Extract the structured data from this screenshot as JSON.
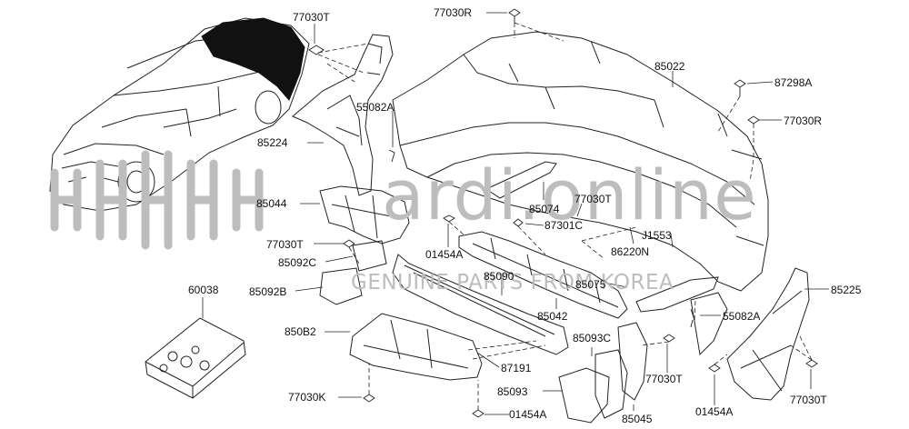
{
  "watermark": {
    "site": "ardi.online",
    "tagline": "GENUINE PARTS FROM KOREA",
    "color": "#bdbdbd"
  },
  "part_labels": [
    {
      "key": "77030T_top",
      "text": "77030T"
    },
    {
      "key": "77030R_top",
      "text": "77030R"
    },
    {
      "key": "85022",
      "text": "85022"
    },
    {
      "key": "87298A",
      "text": "87298A"
    },
    {
      "key": "77030R_right",
      "text": "77030R"
    },
    {
      "key": "55082A_left",
      "text": "55082A"
    },
    {
      "key": "85224",
      "text": "85224"
    },
    {
      "key": "85044",
      "text": "85044"
    },
    {
      "key": "85074",
      "text": "85074"
    },
    {
      "key": "77030T_mid",
      "text": "77030T"
    },
    {
      "key": "87301C",
      "text": "87301C"
    },
    {
      "key": "J1553",
      "text": "J1553"
    },
    {
      "key": "86220N",
      "text": "86220N"
    },
    {
      "key": "77030T_left",
      "text": "77030T"
    },
    {
      "key": "01454A_mid",
      "text": "01454A"
    },
    {
      "key": "85092C",
      "text": "85092C"
    },
    {
      "key": "85090",
      "text": "85090"
    },
    {
      "key": "60038",
      "text": "60038"
    },
    {
      "key": "85092B",
      "text": "85092B"
    },
    {
      "key": "85075",
      "text": "85075"
    },
    {
      "key": "85225",
      "text": "85225"
    },
    {
      "key": "85042",
      "text": "85042"
    },
    {
      "key": "55082A_right",
      "text": "55082A"
    },
    {
      "key": "850B2",
      "text": "850B2"
    },
    {
      "key": "85093C",
      "text": "85093C"
    },
    {
      "key": "87191",
      "text": "87191"
    },
    {
      "key": "77030T_low",
      "text": "77030T"
    },
    {
      "key": "77030T_far",
      "text": "77030T"
    },
    {
      "key": "77030K",
      "text": "77030K"
    },
    {
      "key": "85093",
      "text": "85093"
    },
    {
      "key": "85045",
      "text": "85045"
    },
    {
      "key": "01454A_right",
      "text": "01454A"
    },
    {
      "key": "01454A_bottom",
      "text": "01454A"
    }
  ]
}
